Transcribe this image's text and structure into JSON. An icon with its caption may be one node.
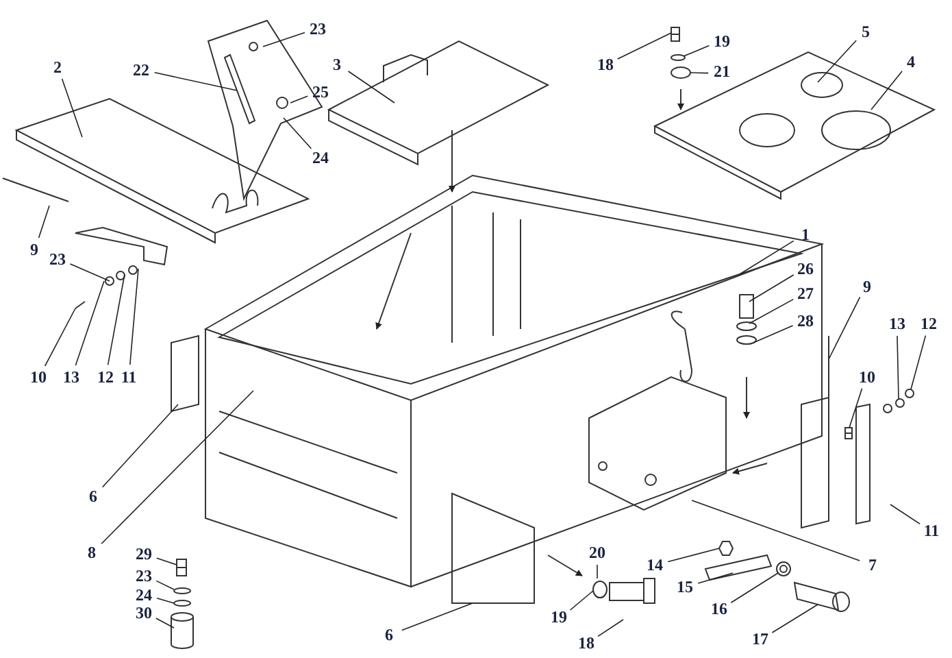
{
  "diagram": {
    "nodes": [
      {
        "text": [
          "23"
        ]
      },
      {
        "text": [
          "5"
        ]
      },
      {
        "text": [
          "19"
        ]
      },
      {
        "text": [
          "4"
        ]
      },
      {
        "text": [
          "18"
        ]
      },
      {
        "text": [
          "2"
        ]
      },
      {
        "text": [
          "22"
        ]
      },
      {
        "text": [
          "3"
        ]
      },
      {
        "text": [
          "21"
        ]
      },
      {
        "text": [
          "25"
        ]
      },
      {
        "text": [
          "24"
        ]
      },
      {
        "text": [
          "1"
        ]
      },
      {
        "text": [
          "9"
        ]
      },
      {
        "text": [
          "23"
        ]
      },
      {
        "text": [
          "26"
        ]
      },
      {
        "text": [
          "9"
        ]
      },
      {
        "text": [
          "27"
        ]
      },
      {
        "text": [
          "28"
        ]
      },
      {
        "text": [
          "13"
        ]
      },
      {
        "text": [
          "12"
        ]
      },
      {
        "text": [
          "10"
        ]
      },
      {
        "text": [
          "13"
        ]
      },
      {
        "text": [
          "12"
        ]
      },
      {
        "text": [
          "11"
        ]
      },
      {
        "text": [
          "10"
        ]
      },
      {
        "text": [
          "6"
        ]
      },
      {
        "text": [
          "11"
        ]
      },
      {
        "text": [
          "8"
        ]
      },
      {
        "text": [
          "29"
        ]
      },
      {
        "text": [
          "20"
        ]
      },
      {
        "text": [
          "14"
        ]
      },
      {
        "text": [
          "7"
        ]
      },
      {
        "text": [
          "23"
        ]
      },
      {
        "text": [
          "15"
        ]
      },
      {
        "text": [
          "24"
        ]
      },
      {
        "text": [
          "16"
        ]
      },
      {
        "text": [
          "30"
        ]
      },
      {
        "text": [
          "19"
        ]
      },
      {
        "text": [
          "6"
        ]
      },
      {
        "text": [
          "17"
        ]
      },
      {
        "text": [
          "18"
        ]
      },
      {
        "text": [],
        "shape": "bolt"
      },
      {
        "text": [],
        "shape": "washer"
      },
      {
        "text": [],
        "shape": "strip"
      },
      {
        "text": [],
        "shape": "washer"
      },
      {
        "text": [],
        "shape": "bolt"
      },
      {
        "text": [],
        "shape": "washer"
      },
      {
        "text": [],
        "shape": "washer"
      },
      {
        "text": [],
        "shape": "nut"
      },
      {
        "text": [],
        "shape": "pin"
      },
      {
        "text": [],
        "shape": "washer"
      },
      {
        "text": [],
        "shape": "washer"
      },
      {
        "text": [],
        "shape": "washer"
      },
      {
        "text": [],
        "shape": "spring"
      },
      {
        "text": [],
        "shape": "bolt"
      }
    ],
    "edges": [
      {
        "from": 0,
        "to": null,
        "arrow": "none"
      },
      {
        "from": 1,
        "to": null,
        "arrow": "none"
      },
      {
        "from": 2,
        "to": 42,
        "arrow": "none"
      },
      {
        "from": 3,
        "to": null,
        "arrow": "none"
      },
      {
        "from": 4,
        "to": 41,
        "arrow": "none"
      },
      {
        "from": 5,
        "to": null,
        "arrow": "none"
      },
      {
        "from": 6,
        "to": null,
        "arrow": "none"
      },
      {
        "from": 7,
        "to": null,
        "arrow": "none"
      },
      {
        "from": 8,
        "to": 50,
        "arrow": "none"
      },
      {
        "from": 9,
        "to": null,
        "arrow": "none"
      },
      {
        "from": 10,
        "to": null,
        "arrow": "none"
      },
      {
        "from": 11,
        "to": null,
        "arrow": "none"
      },
      {
        "from": 12,
        "to": null,
        "arrow": "none"
      },
      {
        "from": 13,
        "to": null,
        "arrow": "none"
      },
      {
        "from": 14,
        "to": null,
        "arrow": "none"
      },
      {
        "from": 15,
        "to": 43,
        "arrow": "none"
      },
      {
        "from": 16,
        "to": null,
        "arrow": "none"
      },
      {
        "from": 17,
        "to": null,
        "arrow": "none"
      },
      {
        "from": 18,
        "to": 44,
        "arrow": "none"
      },
      {
        "from": 19,
        "to": 51,
        "arrow": "none"
      },
      {
        "from": 20,
        "to": null,
        "arrow": "none"
      },
      {
        "from": 21,
        "to": null,
        "arrow": "none"
      },
      {
        "from": 22,
        "to": null,
        "arrow": "none"
      },
      {
        "from": 23,
        "to": null,
        "arrow": "none"
      },
      {
        "from": 24,
        "to": 54,
        "arrow": "none"
      },
      {
        "from": 25,
        "to": null,
        "arrow": "none"
      },
      {
        "from": 26,
        "to": null,
        "arrow": "none"
      },
      {
        "from": 27,
        "to": null,
        "arrow": "none"
      },
      {
        "from": 28,
        "to": 45,
        "arrow": "none"
      },
      {
        "from": 29,
        "to": null,
        "arrow": "none"
      },
      {
        "from": 30,
        "to": 48,
        "arrow": "none"
      },
      {
        "from": 31,
        "to": null,
        "arrow": "none"
      },
      {
        "from": 32,
        "to": 46,
        "arrow": "none"
      },
      {
        "from": 33,
        "to": null,
        "arrow": "none"
      },
      {
        "from": 34,
        "to": 52,
        "arrow": "none"
      },
      {
        "from": 35,
        "to": 53,
        "arrow": "none"
      },
      {
        "from": 36,
        "to": null,
        "arrow": "none"
      },
      {
        "from": 37,
        "to": 47,
        "arrow": "none"
      },
      {
        "from": 38,
        "to": null,
        "arrow": "none"
      },
      {
        "from": 39,
        "to": 49,
        "arrow": "none"
      },
      {
        "from": 40,
        "to": null,
        "arrow": "none"
      }
    ]
  }
}
